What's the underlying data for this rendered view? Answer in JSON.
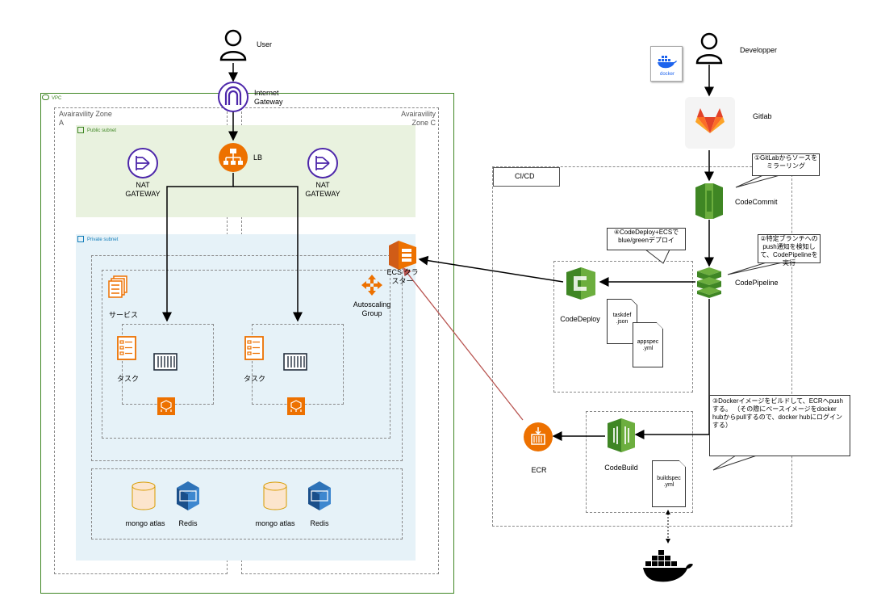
{
  "labels": {
    "user": "User",
    "internet_gateway": "Internet Gateway",
    "vpc": "VPC",
    "zone_a": "Avairavility Zone A",
    "zone_c": "Avairavility Zone C",
    "public_subnet": "Public subnet",
    "private_subnet": "Private subnet",
    "lb": "LB",
    "nat_gateway": "NAT GATEWAY",
    "ecs_cluster": "ECS クラスター",
    "autoscaling_group": "Autoscaling Group",
    "service": "サービス",
    "task": "タスク",
    "mongo": "mongo atlas",
    "redis": "Redis",
    "developer": "Developper",
    "gitlab": "Gitlab",
    "docker_logo": "docker",
    "cicd": "CI/CD",
    "codecommit": "CodeCommit",
    "codepipeline": "CodePipeline",
    "codedeploy": "CodeDeploy",
    "codebuild": "CodeBuild",
    "ecr": "ECR",
    "taskdef": "taskdef .json",
    "appspec": "appspec .yml",
    "buildspec": "buildspec .yml"
  },
  "callouts": {
    "step1": "①GitLabからソースをミラーリング",
    "step2": "②特定ブランチへのpush通知を検知して、CodePipelineを実行",
    "step3": "③Dockerイメージをビルドして、ECRへpushする。 （その際にベースイメージをdocker hubからpullするので、docker hubにログインする）",
    "step4": "④CodeDeploy+ECSでblue/greenデプロイ"
  },
  "colors": {
    "vpc_border": "#3f8624",
    "public_subnet_fill": "#e9f2df",
    "private_subnet_fill": "#e6f2f8",
    "network_purple": "#4d27aa",
    "compute_orange": "#ed7100",
    "devtools_green": "#3f8624",
    "gitlab_orange": "#e24329",
    "docker_blue": "#1d63ed",
    "arrow_red": "#b85450",
    "db_fill": "#fce5cd"
  }
}
